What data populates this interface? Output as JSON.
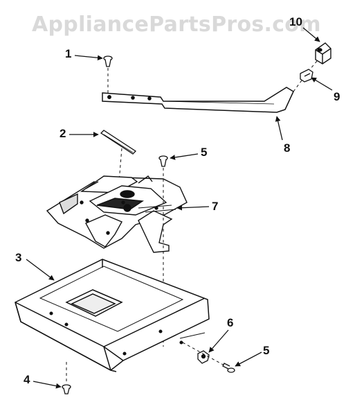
{
  "watermark": "AppliancePartsPros.com",
  "callouts": {
    "c1": "1",
    "c2": "2",
    "c3": "3",
    "c4": "4",
    "c5a": "5",
    "c5b": "5",
    "c6": "6",
    "c7": "7",
    "c8": "8",
    "c9": "9",
    "c10": "10"
  }
}
